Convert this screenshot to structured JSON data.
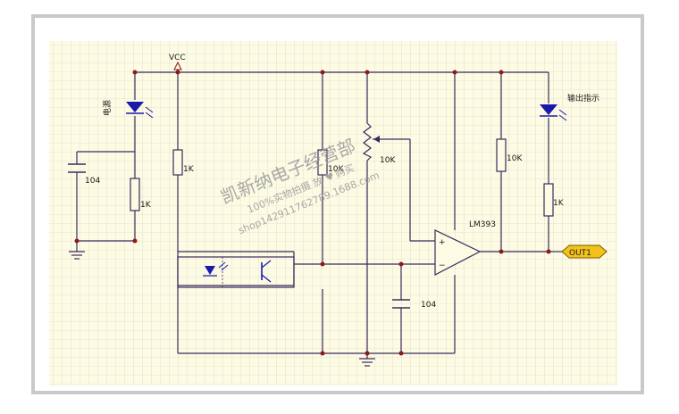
{
  "schematic": {
    "power_label": "VCC",
    "components": {
      "c1": "104",
      "r1": "1K",
      "r2": "1K",
      "r3": "10K",
      "pot": "10K",
      "r4": "10K",
      "r5": "1K",
      "c2": "104"
    },
    "led_left_label": "电源",
    "led_right_label": "输出指示",
    "comparator": "LM393",
    "comparator_plus": "+",
    "comparator_minus": "−",
    "output_label": "OUT1"
  },
  "watermark": {
    "line1": "凯新纳电子经营部",
    "line2": "100%实物拍摄 放",
    "line2b": "购买",
    "line3": "shop142911762789.1688.com"
  },
  "colors": {
    "grid_bg": "#fdfbe4",
    "grid_line": "#cdd3bf",
    "wire": "#3b2a5c",
    "node": "#8b1a1a",
    "led": "#1a1aaa",
    "out_tag": "#f2c21a",
    "heart": "#e8365a"
  }
}
